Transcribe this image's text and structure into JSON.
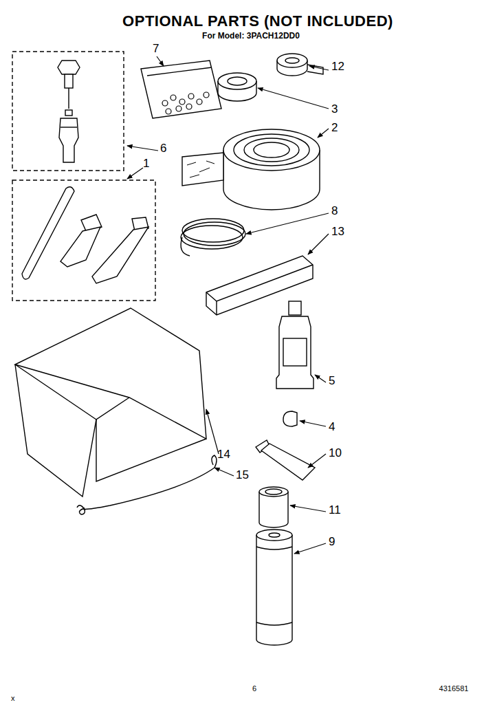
{
  "diagram": {
    "title": "OPTIONAL PARTS (NOT INCLUDED)",
    "labels": [
      "For Model: 3PACH12DD0",
      "7",
      "12",
      "3",
      "2",
      "6",
      "1",
      "8",
      "13",
      "5",
      "4",
      "10",
      "14",
      "15",
      "11",
      "9",
      "6",
      "4316581",
      "x"
    ]
  }
}
